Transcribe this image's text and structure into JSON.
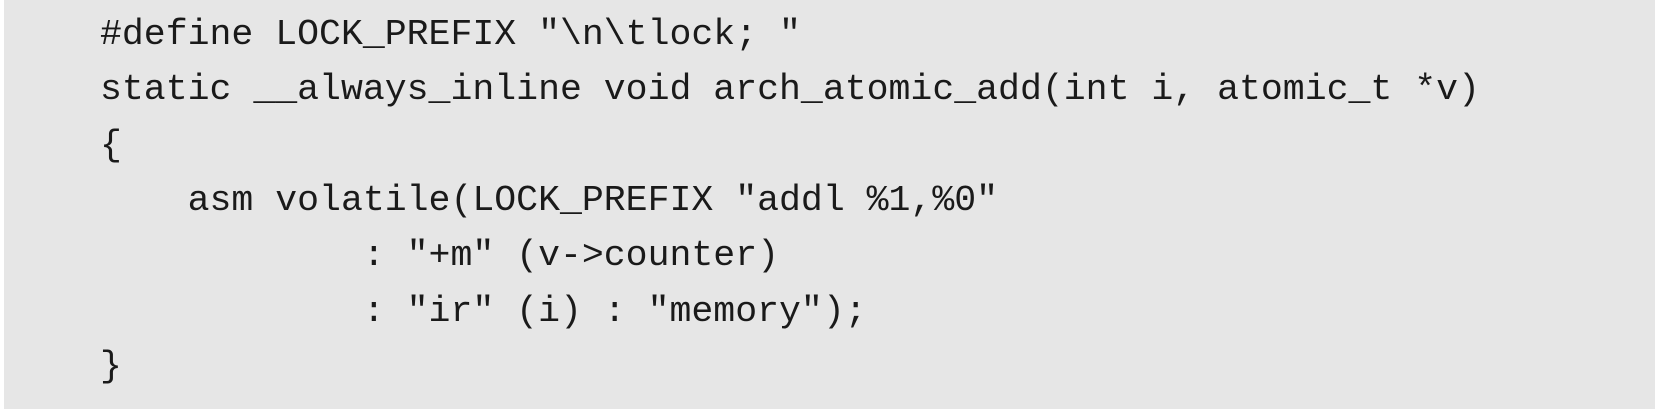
{
  "code": {
    "lines": [
      "#define LOCK_PREFIX \"\\n\\tlock; \"",
      "static __always_inline void arch_atomic_add(int i, atomic_t *v)",
      "{",
      "    asm volatile(LOCK_PREFIX \"addl %1,%0\"",
      "            : \"+m\" (v->counter)",
      "            : \"ir\" (i) : \"memory\");",
      "}"
    ]
  }
}
